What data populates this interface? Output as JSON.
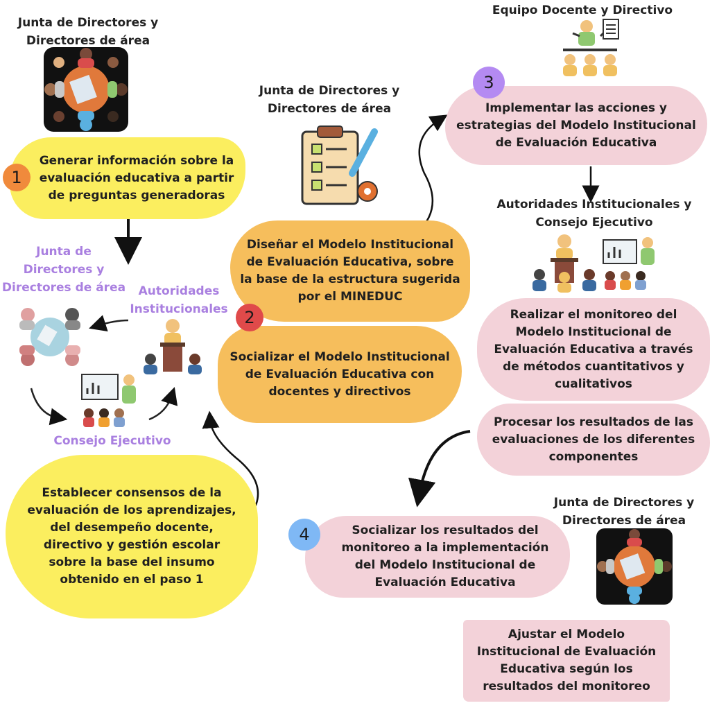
{
  "colors": {
    "yellow": "#fbee5f",
    "orange": "#f6be5c",
    "pink": "#f3d2d9",
    "step1": "#f08a3c",
    "step2": "#e04a4a",
    "step3": "#b48af2",
    "step4": "#7fb8f5",
    "purple_text": "#a97fe0"
  },
  "labels": {
    "junta_top_left": "Junta de Directores y Directores de área",
    "junta_purple": "Junta de Directores y Directores de área",
    "autoridades_purple": "Autoridades Institucionales",
    "consejo_purple": "Consejo Ejecutivo",
    "junta_middle": "Junta de Directores y Directores de área",
    "equipo_docente": "Equipo Docente y Directivo",
    "autoridades_consejo": "Autoridades Institucionales y Consejo Ejecutivo",
    "junta_bottom_right": "Junta de Directores y Directores de área"
  },
  "steps": {
    "s1": {
      "number": "1",
      "text": "Generar información sobre la evaluación educativa a partir de preguntas generadoras"
    },
    "s1b": {
      "text": "Establecer consensos de la evaluación de los aprendizajes, del desempeño docente, directivo y gestión escolar sobre la base del insumo obtenido en el paso 1"
    },
    "s2a": {
      "text": "Diseñar el Modelo Institucional de Evaluación Educativa, sobre la base de la estructura sugerida por el MINEDUC"
    },
    "s2": {
      "number": "2",
      "text": "Socializar el Modelo Institucional de Evaluación Educativa con docentes y directivos"
    },
    "s3": {
      "number": "3",
      "text": "Implementar las acciones y estrategias del Modelo Institucional de Evaluación Educativa"
    },
    "s3b": {
      "text": "Realizar el monitoreo del Modelo Institucional de Evaluación Educativa a través de métodos cuantitativos y cualitativos"
    },
    "s3c": {
      "text": "Procesar los resultados de las evaluaciones de los diferentes componentes"
    },
    "s4": {
      "number": "4",
      "text": "Socializar los resultados del monitoreo a la implementación del Modelo Institucional de Evaluación Educativa"
    },
    "s4b": {
      "text": "Ajustar el Modelo Institucional de Evaluación Educativa según los resultados del monitoreo"
    }
  },
  "icons": [
    "meeting-table-icon",
    "meeting-table-small-icon",
    "podium-speaker-icon",
    "presentation-board-icon",
    "checklist-clipboard-icon",
    "teacher-audience-icon",
    "podium-audience-icon",
    "presenter-board-icon",
    "meeting-table-bottom-icon"
  ]
}
